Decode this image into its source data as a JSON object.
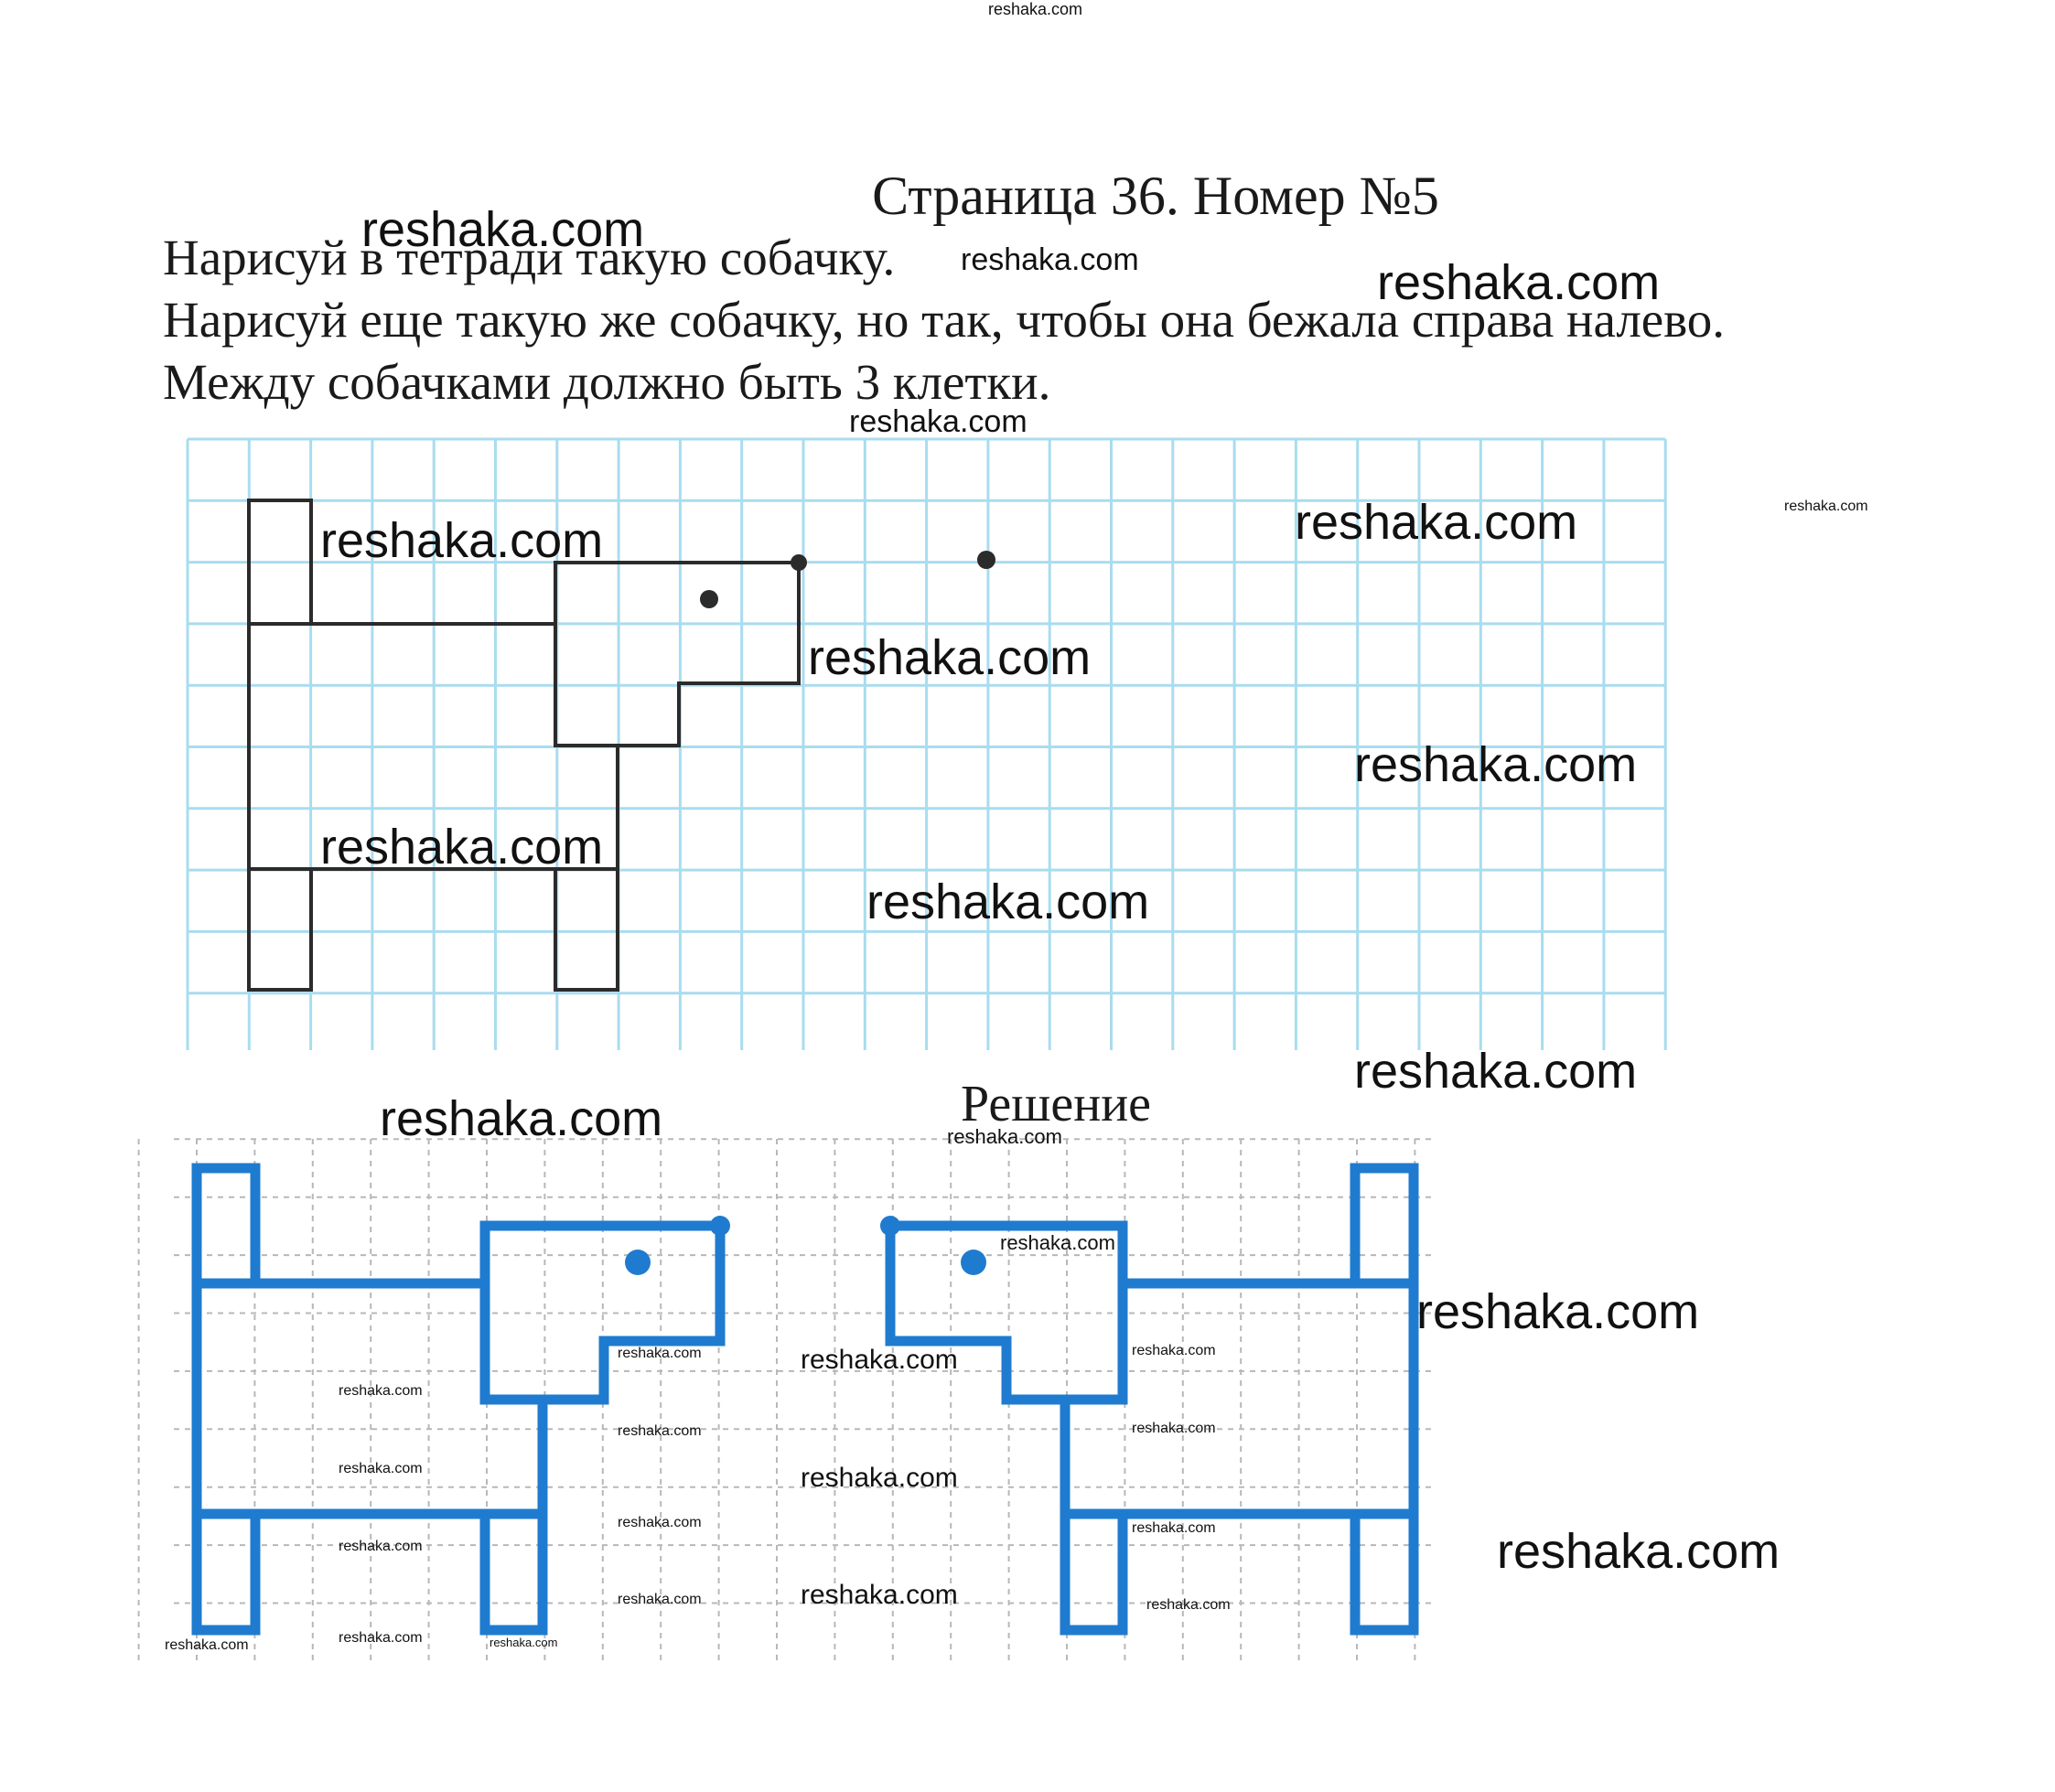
{
  "header": {
    "top_watermark": "reshaka.com",
    "title": "Страница 36. Номер №5"
  },
  "task": {
    "line1": "Нарисуй в тетради такую собачку.",
    "line2": "Нарисуй еще такую же собачку, но так, чтобы она бежала справа налево.",
    "line3": "Между собачками должно быть 3 клетки."
  },
  "solution": {
    "title": "Решение"
  },
  "watermarks": [
    "reshaka.com",
    "reshaka.com",
    "reshaka.com",
    "reshaka.com",
    "reshaka.com",
    "reshaka.com",
    "reshaka.com",
    "reshaka.com",
    "reshaka.com",
    "reshaka.com",
    "reshaka.com",
    "reshaka.com",
    "reshaka.com",
    "reshaka.com",
    "reshaka.com",
    "reshaka.com",
    "reshaka.com",
    "reshaka.com",
    "reshaka.com",
    "reshaka.com",
    "reshaka.com",
    "reshaka.com",
    "reshaka.com",
    "reshaka.com",
    "reshaka.com",
    "reshaka.com",
    "reshaka.com",
    "reshaka.com",
    "reshaka.com",
    "reshaka.com"
  ],
  "colors": {
    "grid_blue": "#a9dcef",
    "grid_dashed": "#b8b8b8",
    "dog_outline": "#2b2b2b",
    "dog_solution": "#1f7bcf"
  }
}
